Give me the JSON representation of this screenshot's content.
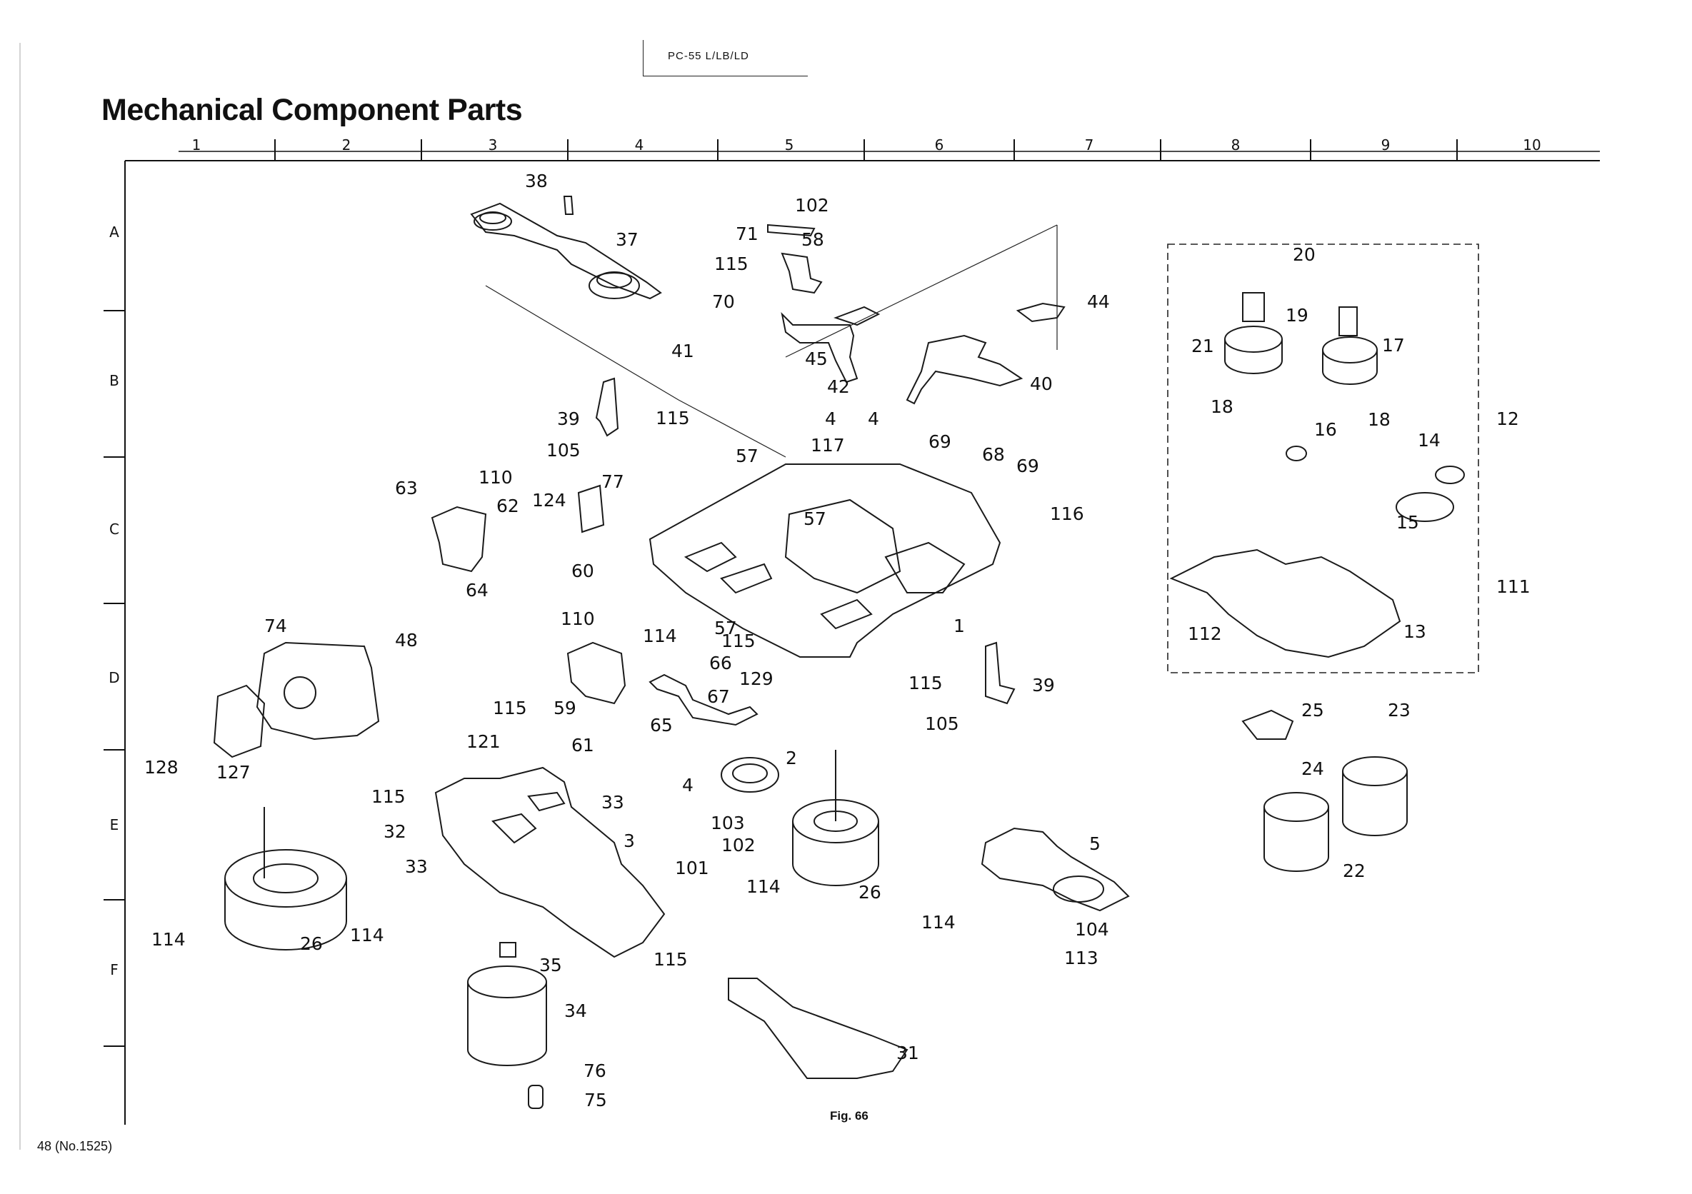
{
  "document": {
    "model": "PC-55 L/LB/LD",
    "title": "Mechanical Component Parts",
    "footer": "48 (No.1525)",
    "figure": "Fig. 66"
  },
  "grid": {
    "columns": [
      "1",
      "2",
      "3",
      "4",
      "5",
      "6",
      "7",
      "8",
      "9",
      "10"
    ],
    "rows": [
      "A",
      "B",
      "C",
      "D",
      "E",
      "F"
    ]
  },
  "parts": [
    "1",
    "2",
    "3",
    "4",
    "5",
    "12",
    "13",
    "14",
    "15",
    "16",
    "17",
    "18",
    "19",
    "20",
    "21",
    "22",
    "23",
    "24",
    "25",
    "26",
    "31",
    "32",
    "33",
    "34",
    "35",
    "37",
    "38",
    "39",
    "40",
    "41",
    "42",
    "44",
    "45",
    "48",
    "57",
    "58",
    "59",
    "60",
    "61",
    "62",
    "63",
    "64",
    "65",
    "66",
    "67",
    "68",
    "69",
    "70",
    "71",
    "74",
    "75",
    "76",
    "77",
    "101",
    "102",
    "103",
    "104",
    "105",
    "110",
    "111",
    "112",
    "113",
    "114",
    "115",
    "116",
    "117",
    "121",
    "124",
    "127",
    "128",
    "129"
  ]
}
